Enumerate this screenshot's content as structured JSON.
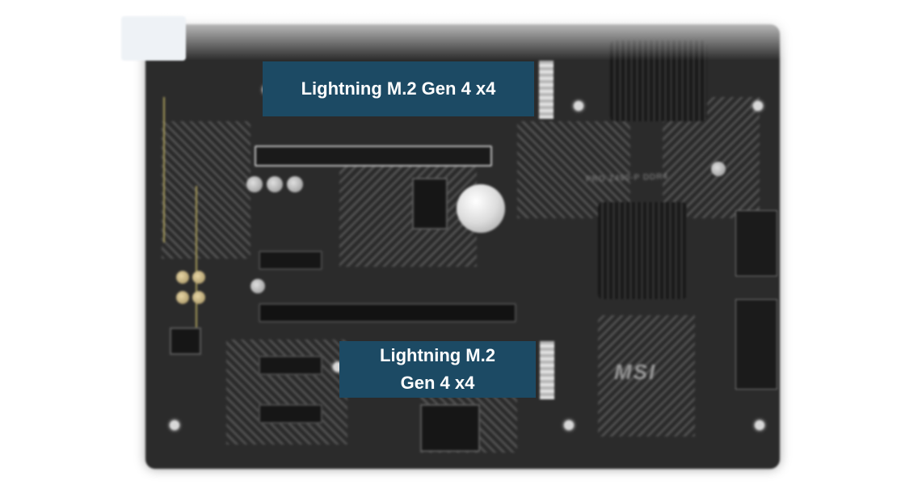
{
  "photo": {
    "subject": "motherboard",
    "brand_logo": "MSI",
    "model_print": "PRO Z490-P DDR4"
  },
  "callouts": [
    {
      "text": "Lightning M.2 Gen 4 x4"
    },
    {
      "text_line1": "Lightning M.2",
      "text_line2": "Gen 4 x4"
    }
  ],
  "colors": {
    "callout_bg": "#1c4a64",
    "callout_text": "#ffffff",
    "board": "#2b2b2b"
  }
}
